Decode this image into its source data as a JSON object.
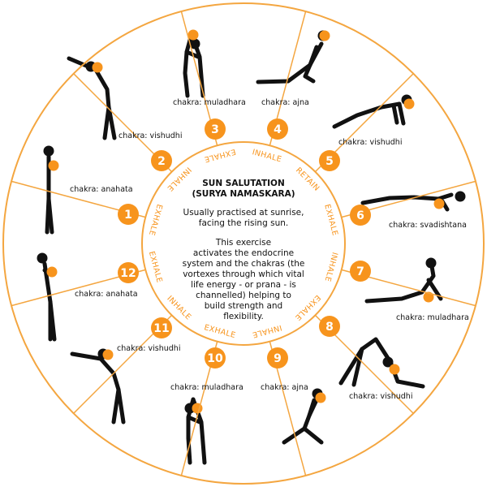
{
  "center": {
    "title_lines": [
      "SUN SALUTATION",
      "(SURYA NAMASKARA)"
    ],
    "intro_lines": [
      "Usually practised at sunrise,",
      "facing the rising sun."
    ],
    "body_lines": [
      "This exercise",
      "activates the endocrine",
      "system and the chakras (the",
      "vortexes through which vital",
      "life energy - or prana - is",
      "channelled) helping to",
      "build strength and",
      "flexibility."
    ]
  },
  "steps": [
    {
      "number": "1",
      "breath": "EXHALE",
      "chakra": "chakra: anahata"
    },
    {
      "number": "2",
      "breath": "INHALE",
      "chakra": "chakra: vishudhi"
    },
    {
      "number": "3",
      "breath": "EXHALE",
      "chakra": "chakra: muladhara"
    },
    {
      "number": "4",
      "breath": "INHALE",
      "chakra": "chakra: ajna"
    },
    {
      "number": "5",
      "breath": "RETAIN",
      "chakra": "chakra: vishudhi"
    },
    {
      "number": "6",
      "breath": "EXHALE",
      "chakra": "chakra: svadishtana"
    },
    {
      "number": "7",
      "breath": "INHALE",
      "chakra": "chakra: muladhara"
    },
    {
      "number": "8",
      "breath": "EXHALE",
      "chakra": "chakra: vishudhi"
    },
    {
      "number": "9",
      "breath": "INHALE",
      "chakra": "chakra: ajna"
    },
    {
      "number": "10",
      "breath": "EXHALE",
      "chakra": "chakra: muladhara"
    },
    {
      "number": "11",
      "breath": "INHALE",
      "chakra": "chakra: vishudhi"
    },
    {
      "number": "12",
      "breath": "EXHALE",
      "chakra": "chakra: anahata"
    }
  ],
  "colors": {
    "accent": "#f7941d",
    "ring": "#f4a640",
    "figure": "#111111",
    "background": "#ffffff"
  }
}
